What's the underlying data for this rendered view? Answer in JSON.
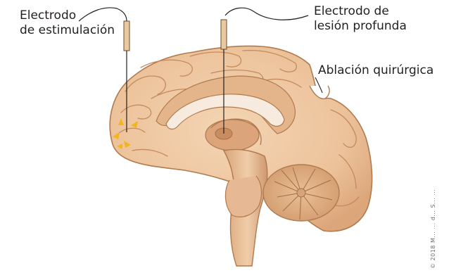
{
  "labels": {
    "stimulation_electrode": [
      "Electrodo",
      "de estimulación"
    ],
    "deep_lesion_electrode": [
      "Electrodo de",
      "lesión profunda"
    ],
    "surgical_ablation": "Ablación quirúrgica"
  },
  "credit": "© 2018 M... ... d... S... ...",
  "colors": {
    "brain_fill": "#efc9a4",
    "brain_outline": "#b07a4d",
    "electrode": "#e8c9a0",
    "spark": "#f2b51d",
    "corpus_callosum": "#f6ebde",
    "text": "#231f20"
  }
}
